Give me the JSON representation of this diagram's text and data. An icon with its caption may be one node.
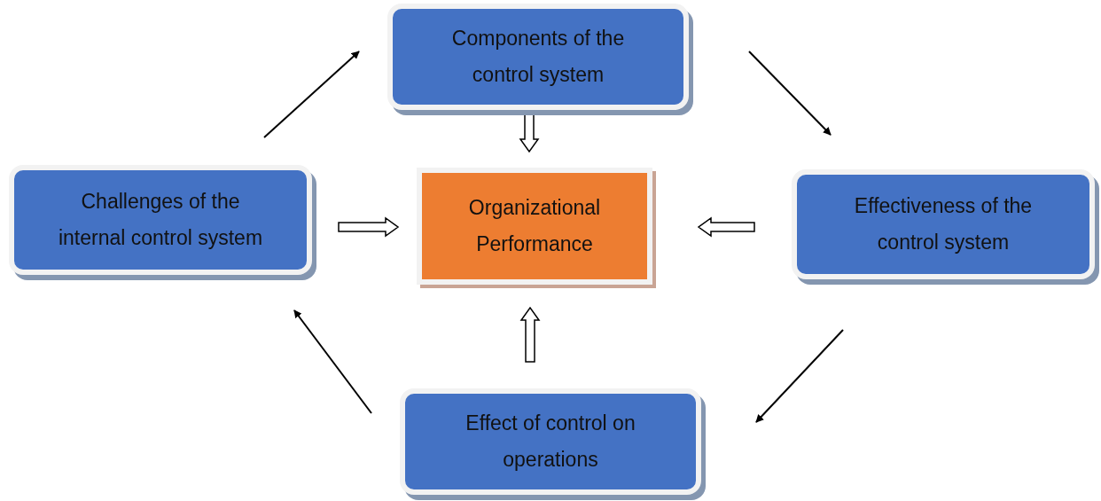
{
  "diagram": {
    "nodes": [
      {
        "text": [
          "Components of the control system"
        ]
      },
      {
        "text": [
          "Challenges of the internal control system"
        ]
      },
      {
        "text": [
          "Organizational Performance"
        ]
      },
      {
        "text": [
          "Effectiveness of the control system"
        ]
      },
      {
        "text": [
          "Effect of control on operations"
        ]
      }
    ],
    "edges": [
      {
        "from": 1,
        "to": 0,
        "arrow": "to"
      },
      {
        "from": 0,
        "to": 3,
        "arrow": "to"
      },
      {
        "from": 3,
        "to": 4,
        "arrow": "to"
      },
      {
        "from": 4,
        "to": 1,
        "arrow": "to"
      },
      {
        "from": 0,
        "to": 2,
        "arrow": "to",
        "style": "thick"
      },
      {
        "from": 1,
        "to": 2,
        "arrow": "to",
        "style": "thick"
      },
      {
        "from": 3,
        "to": 2,
        "arrow": "to",
        "style": "thick"
      },
      {
        "from": 4,
        "to": 2,
        "arrow": "to",
        "style": "thick"
      }
    ]
  }
}
